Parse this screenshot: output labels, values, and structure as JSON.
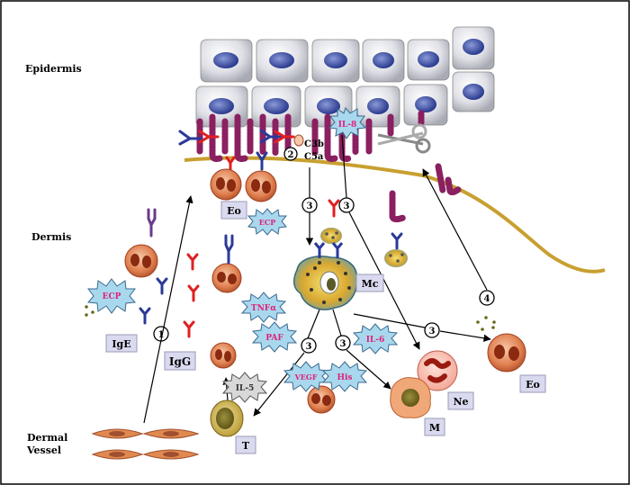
{
  "regions": {
    "epidermis": "Epidermis",
    "dermis": "Dermis",
    "dermal_vessel_line1": "Dermal",
    "dermal_vessel_line2": "Vessel"
  },
  "cell_labels": {
    "eo_top": "Eo",
    "eo_right": "Eo",
    "mc": "Mc",
    "ne": "Ne",
    "m": "M",
    "t": "T",
    "ige": "IgE",
    "igg": "IgG"
  },
  "mediators": {
    "il8": "IL-8",
    "ecp_top": "ECP",
    "ecp_left": "ECP",
    "tnf": "TNFα",
    "paf": "PAF",
    "il6": "IL-6",
    "vegf": "VEGF",
    "his": "His",
    "il5": "IL-5"
  },
  "complement": {
    "c3b": "C3b",
    "c5a": "C5a"
  },
  "steps": {
    "s1": "1",
    "s2": "2",
    "s3a": "3",
    "s3b": "3",
    "s3c": "3",
    "s3d": "3",
    "s3e": "3",
    "s4": "4"
  },
  "colors": {
    "membrane": "#c8a030",
    "keratinocyte": "#d9dadf",
    "nucleus": "#4a5a9e",
    "collagen": "#8a2060",
    "antibody_blue": "#2a3a9a",
    "antibody_red": "#e02020",
    "burst_fill": "#a9d8ee",
    "burst_text": "#e0207a",
    "label_box": "#d9d9ef",
    "eosinophil": "#d87040"
  }
}
